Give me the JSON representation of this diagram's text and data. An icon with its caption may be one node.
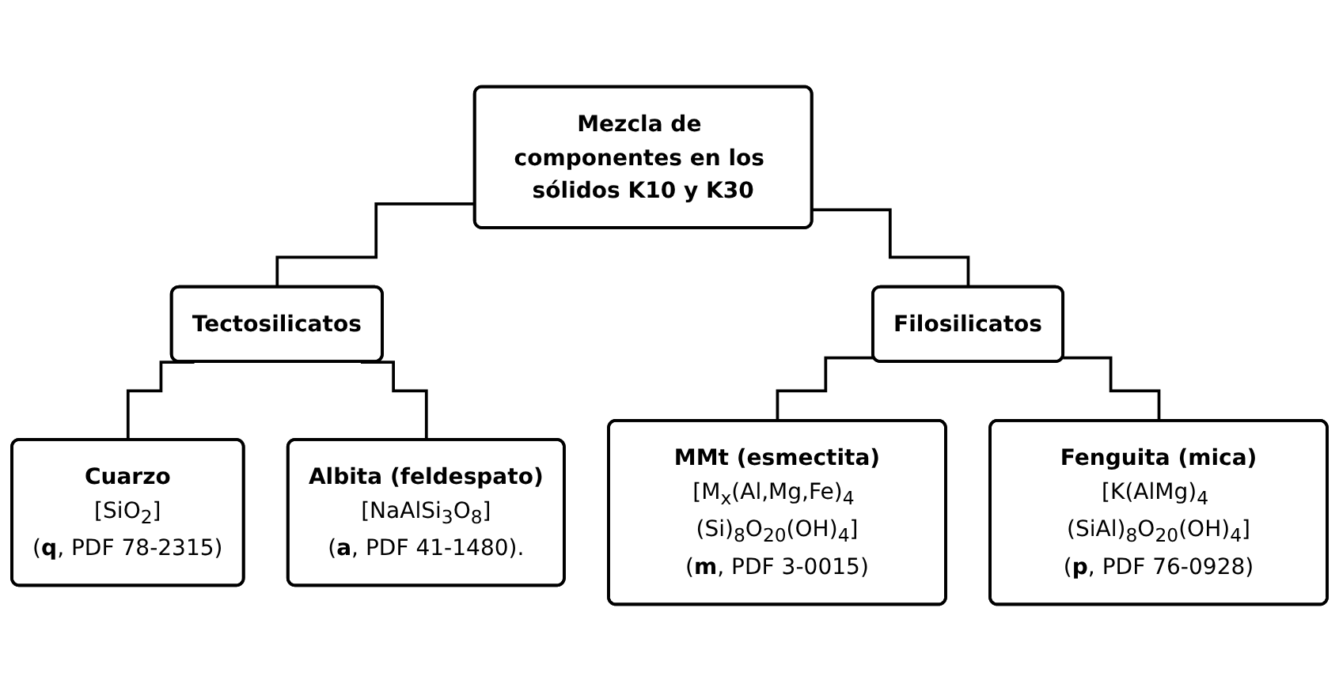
{
  "diagram": {
    "nodes": [
      {
        "text": [
          "Mezcla de componentes en los sólidos K10 y K30"
        ]
      },
      {
        "text": [
          "Tectosilicatos"
        ]
      },
      {
        "text": [
          "Filosilicatos"
        ]
      },
      {
        "text": [
          "Cuarzo",
          "[SiO$_{2}$]",
          "(**q**, PDF 78-2315)"
        ]
      },
      {
        "text": [
          "Albita (feldespato)",
          "[NaAlSi$_{3}$O$_{8}$]",
          "(**a**, PDF 41-1480)."
        ]
      },
      {
        "text": [
          "MMt (esmectita)",
          "[M$_{x}$(Al,Mg,Fe)$_{4}$ (Si)$_{8}$O$_{20}$(OH)$_{4}$]",
          "(**m**, PDF 3-0015)"
        ]
      },
      {
        "text": [
          "Fenguita (mica)",
          "[K(AlMg)$_{4}$ (SiAl)$_{8}$O$_{20}$(OH)$_{4}$]",
          "(**p**, PDF 76-0928)"
        ]
      }
    ],
    "edges": [
      {
        "from": 0,
        "to": 1,
        "arrow": "none"
      },
      {
        "from": 0,
        "to": 2,
        "arrow": "none"
      },
      {
        "from": 1,
        "to": 3,
        "arrow": "none"
      },
      {
        "from": 1,
        "to": 4,
        "arrow": "none"
      },
      {
        "from": 2,
        "to": 5,
        "arrow": "none"
      },
      {
        "from": 2,
        "to": 6,
        "arrow": "none"
      }
    ]
  }
}
